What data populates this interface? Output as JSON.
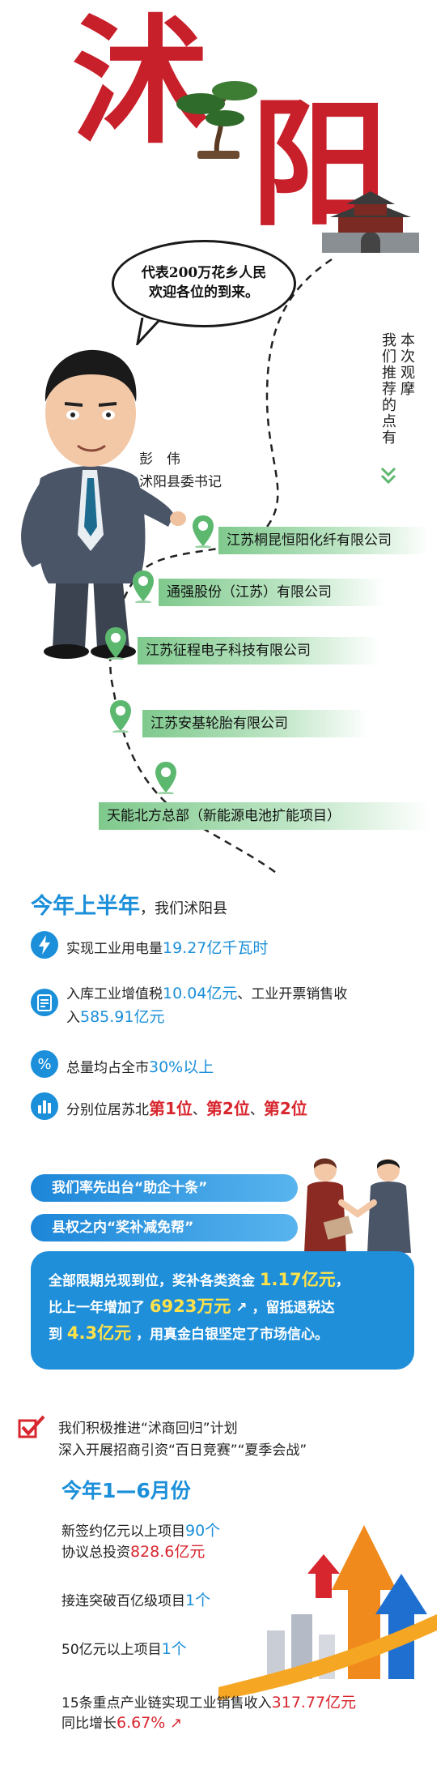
{
  "title": {
    "char1": "沭",
    "char2": "阳"
  },
  "speech": {
    "line1": "代表200万花乡人民",
    "line2": "欢迎各位的到来。"
  },
  "right_note": {
    "col1": "本次观摩",
    "col2": "我们推荐的点有"
  },
  "person": {
    "name": "彭　伟",
    "role": "沭阳县委书记"
  },
  "locations": [
    {
      "label": "江苏桐昆恒阳化纤有限公司"
    },
    {
      "label": "通强股份（江苏）有限公司"
    },
    {
      "label": "江苏征程电子科技有限公司"
    },
    {
      "label": "江苏安基轮胎有限公司"
    },
    {
      "label": "天能北方总部（新能源电池扩能项目）"
    }
  ],
  "section2": {
    "heading_main": "今年上半年",
    "heading_sub": "，我们沭阳县",
    "stat1": {
      "prefix": "实现工业用电量",
      "value": "19.27亿千瓦时"
    },
    "stat2": {
      "prefix": "入库工业增值税",
      "value1": "10.04亿元",
      "mid": "、工业开票销售收",
      "line2_prefix": "入",
      "value2": "585.91亿元"
    },
    "stat3": {
      "prefix": "总量均占全市",
      "value": "30%以上"
    },
    "stat4": {
      "prefix": "分别位居苏北",
      "r1": "第1位",
      "sep1": "、",
      "r2": "第2位",
      "sep2": "、",
      "r3": "第2位"
    },
    "icons": [
      "lightning-icon",
      "tax-icon",
      "percent-icon",
      "ranking-icon"
    ]
  },
  "section_policy": {
    "bar1": "我们率先出台“助企十条”",
    "bar2": "县权之内“奖补减免帮”",
    "box_line1_a": "全部限期兑现到位，奖补各类资金 ",
    "box_line1_v": "1.17亿元",
    "box_line1_b": "，",
    "box_line2_a": "比上一年增加了 ",
    "box_line2_v": "6923万元",
    "box_line2_b": " ，留抵退税达",
    "box_line3_a": "到 ",
    "box_line3_v": "4.3亿元",
    "box_line3_b": " ，用真金白银坚定了市场信心。"
  },
  "section3": {
    "intro1": "我们积极推进“沭商回归”计划",
    "intro2": "深入开展招商引资“百日竞赛”“夏季会战”",
    "heading": "今年1—6月份",
    "s1_prefix": "新签约亿元以上项目",
    "s1_value": "90个",
    "s2_prefix": "协议总投资",
    "s2_value": "828.6亿元",
    "s3_prefix": "接连突破百亿级项目",
    "s3_value": "1个",
    "s4_prefix": "50亿元以上项目",
    "s4_value": "1个",
    "s5_prefix": "15条重点产业链实现工业销售收入",
    "s5_value": "317.77亿元",
    "s6_prefix": "同比增长",
    "s6_value": "6.67%"
  },
  "colors": {
    "red": "#c8202b",
    "blue": "#1b8fd9",
    "green": "#5db86f"
  }
}
